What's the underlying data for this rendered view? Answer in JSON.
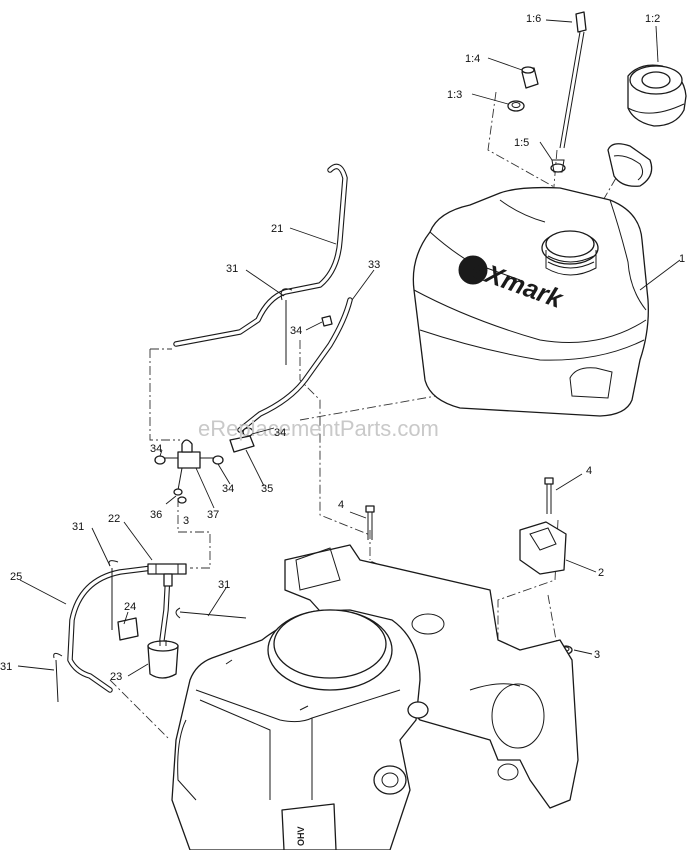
{
  "watermark": "eReplacementParts.com",
  "brand_logo_text": "eXmark",
  "engine_badge_text": "OHV",
  "callouts": [
    {
      "id": "c-1-6",
      "text": "1:6"
    },
    {
      "id": "c-1-2",
      "text": "1:2"
    },
    {
      "id": "c-1-4",
      "text": "1:4"
    },
    {
      "id": "c-1-3",
      "text": "1:3"
    },
    {
      "id": "c-1-5",
      "text": "1:5"
    },
    {
      "id": "c-1",
      "text": "1"
    },
    {
      "id": "c-21",
      "text": "21"
    },
    {
      "id": "c-31a",
      "text": "31"
    },
    {
      "id": "c-33",
      "text": "33"
    },
    {
      "id": "c-34a",
      "text": "34"
    },
    {
      "id": "c-34b",
      "text": "34"
    },
    {
      "id": "c-34c",
      "text": "34"
    },
    {
      "id": "c-34d",
      "text": "34"
    },
    {
      "id": "c-35",
      "text": "35"
    },
    {
      "id": "c-36",
      "text": "36"
    },
    {
      "id": "c-37",
      "text": "37"
    },
    {
      "id": "c-3a",
      "text": "3"
    },
    {
      "id": "c-4a",
      "text": "4"
    },
    {
      "id": "c-4b",
      "text": "4"
    },
    {
      "id": "c-2",
      "text": "2"
    },
    {
      "id": "c-3b",
      "text": "3"
    },
    {
      "id": "c-31b",
      "text": "31"
    },
    {
      "id": "c-22",
      "text": "22"
    },
    {
      "id": "c-25",
      "text": "25"
    },
    {
      "id": "c-31c",
      "text": "31"
    },
    {
      "id": "c-24",
      "text": "24"
    },
    {
      "id": "c-23",
      "text": "23"
    },
    {
      "id": "c-31d",
      "text": "31"
    }
  ]
}
